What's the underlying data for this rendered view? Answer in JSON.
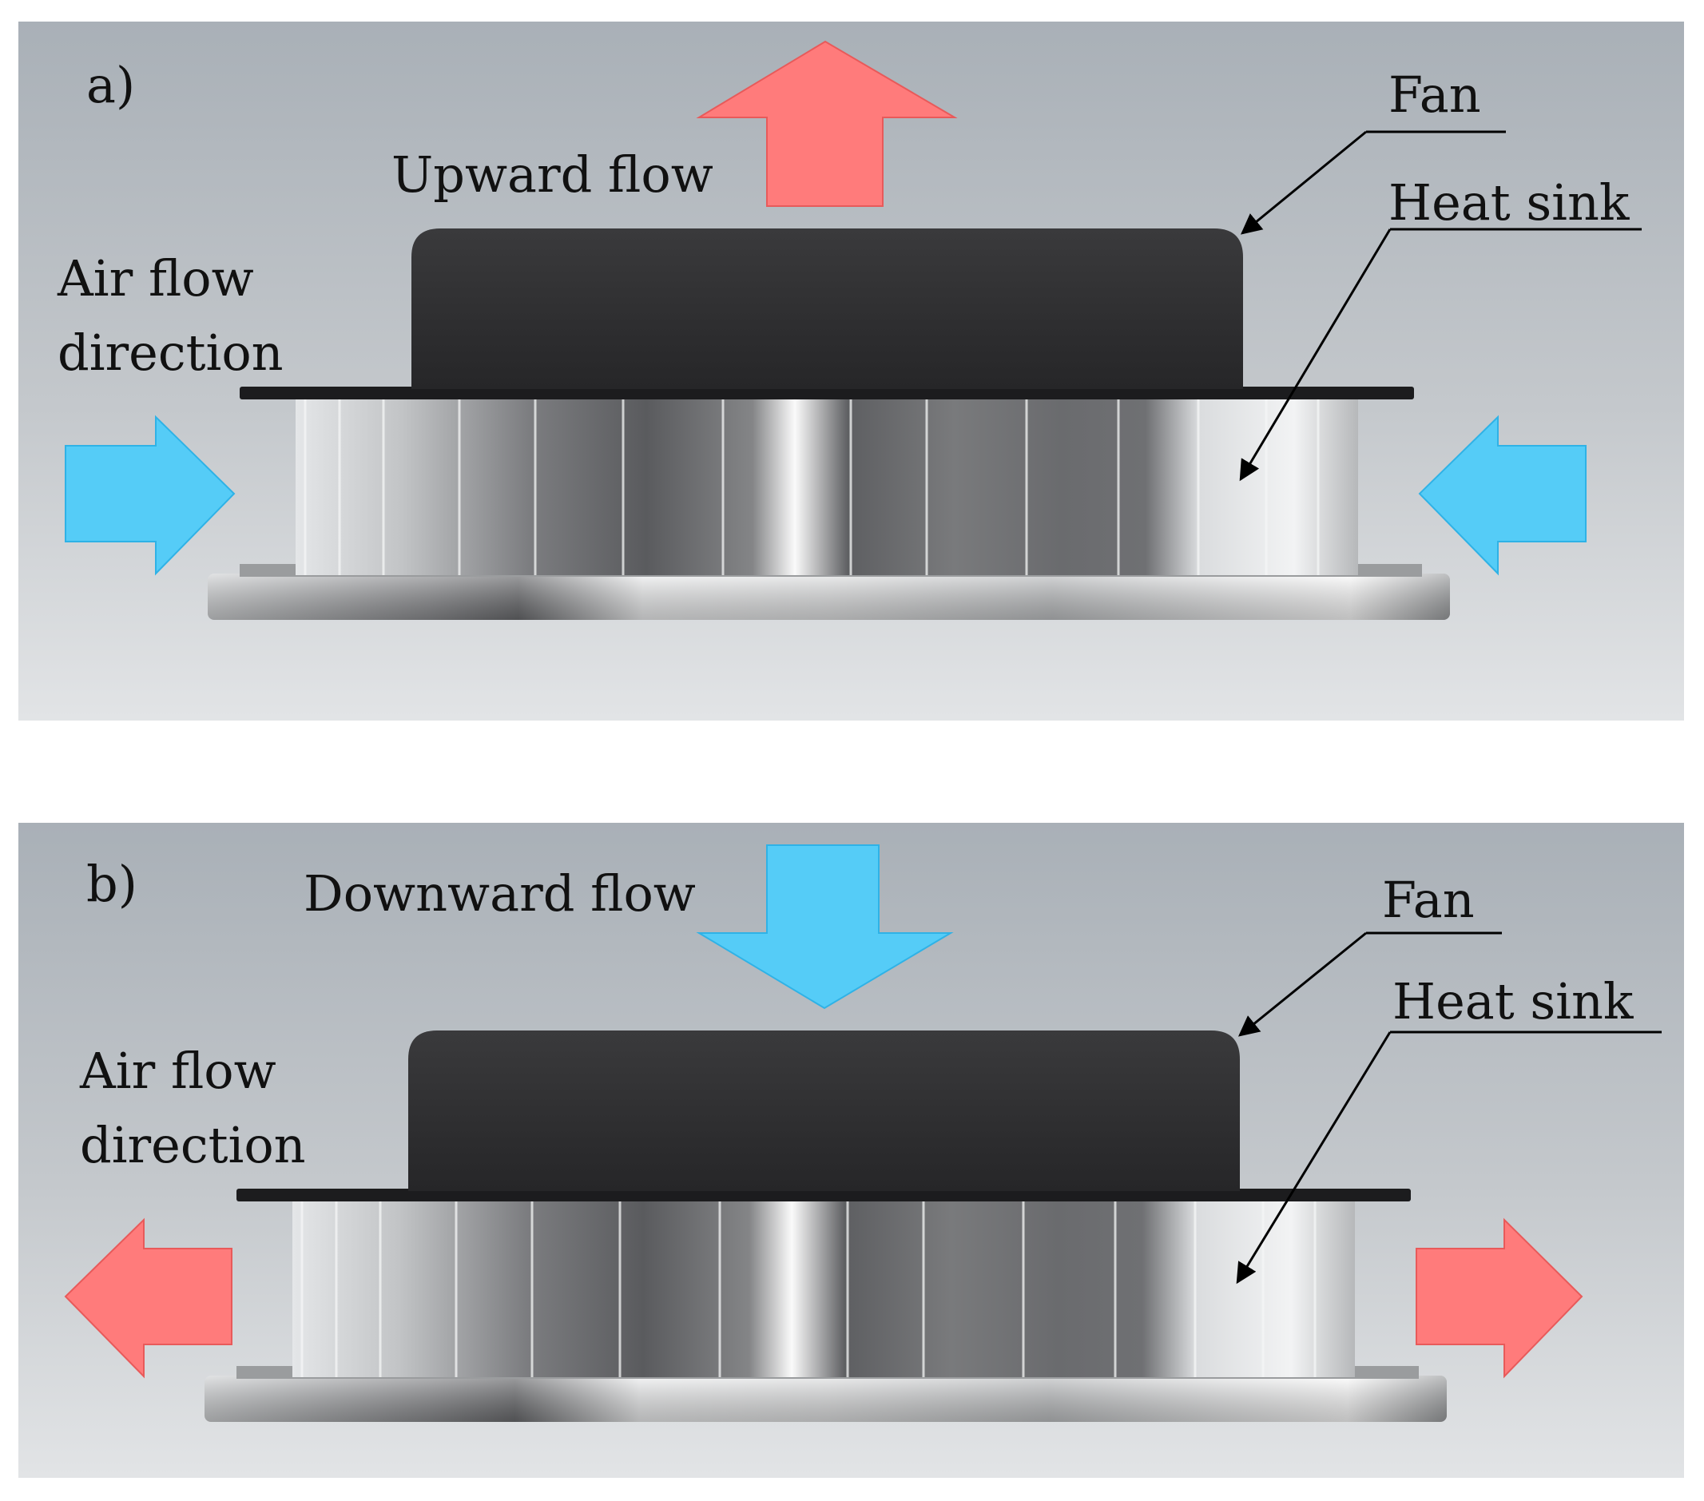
{
  "panels": [
    {
      "id": "a",
      "letter": "a)",
      "flow_label": "Upward flow",
      "fan_label": "Fan",
      "heat_sink_label": "Heat sink",
      "air_flow_label_line1": "Air flow",
      "air_flow_label_line2": "direction",
      "vertical_arrow": "up-arrow",
      "vertical_arrow_color": "#ff7b7b",
      "side_arrows": "inward-arrows",
      "side_arrow_color": "#55ccf7"
    },
    {
      "id": "b",
      "letter": "b)",
      "flow_label": "Downward flow",
      "fan_label": "Fan",
      "heat_sink_label": "Heat sink",
      "air_flow_label_line1": "Air flow",
      "air_flow_label_line2": "direction",
      "vertical_arrow": "down-arrow",
      "vertical_arrow_color": "#55ccf7",
      "side_arrows": "outward-arrows",
      "side_arrow_color": "#ff7b7b"
    }
  ],
  "colors": {
    "fan_body": "#2e2e30",
    "panel_background_top": "#a9b0b7",
    "panel_background_bottom": "#e2e4e6"
  }
}
